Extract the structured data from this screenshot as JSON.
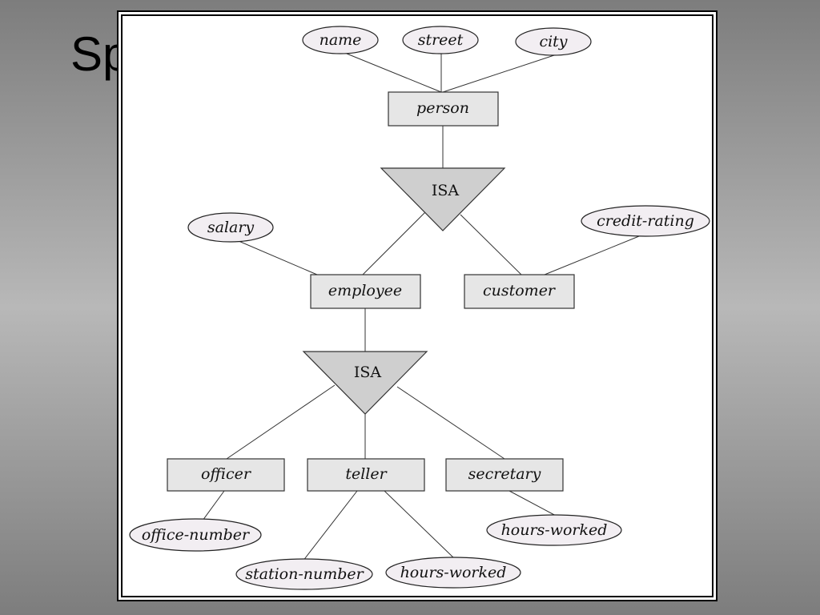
{
  "slide": {
    "title": "Sp"
  },
  "diagram": {
    "attributes": {
      "name": "name",
      "street": "street",
      "city": "city",
      "salary": "salary",
      "credit_rating": "credit-rating",
      "office_number": "office-number",
      "station_number": "station-number",
      "hours_worked_teller": "hours-worked",
      "hours_worked_secretary": "hours-worked"
    },
    "entities": {
      "person": "person",
      "employee": "employee",
      "customer": "customer",
      "officer": "officer",
      "teller": "teller",
      "secretary": "secretary"
    },
    "isa": {
      "top": "ISA",
      "bottom": "ISA"
    },
    "colors": {
      "attribute_fill": "#f2eef2",
      "entity_fill": "#e6e6e6",
      "isa_fill": "#cfcfcf",
      "frame_background": "#ffffff"
    }
  }
}
